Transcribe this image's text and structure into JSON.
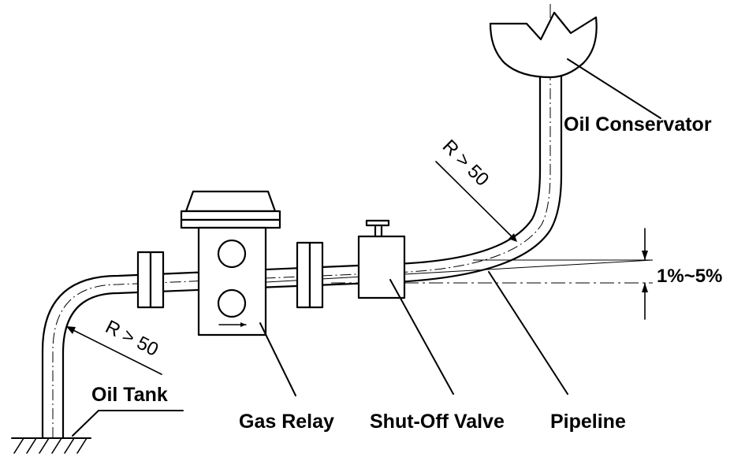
{
  "labels": {
    "oil_conservator": "Oil Conservator",
    "oil_tank": "Oil Tank",
    "gas_relay": "Gas Relay",
    "shut_off_valve": "Shut-Off Valve",
    "pipeline": "Pipeline"
  },
  "dimensions": {
    "bend_radius_upper": "R > 50",
    "bend_radius_lower": "R > 50",
    "slope": "1%~5%"
  }
}
